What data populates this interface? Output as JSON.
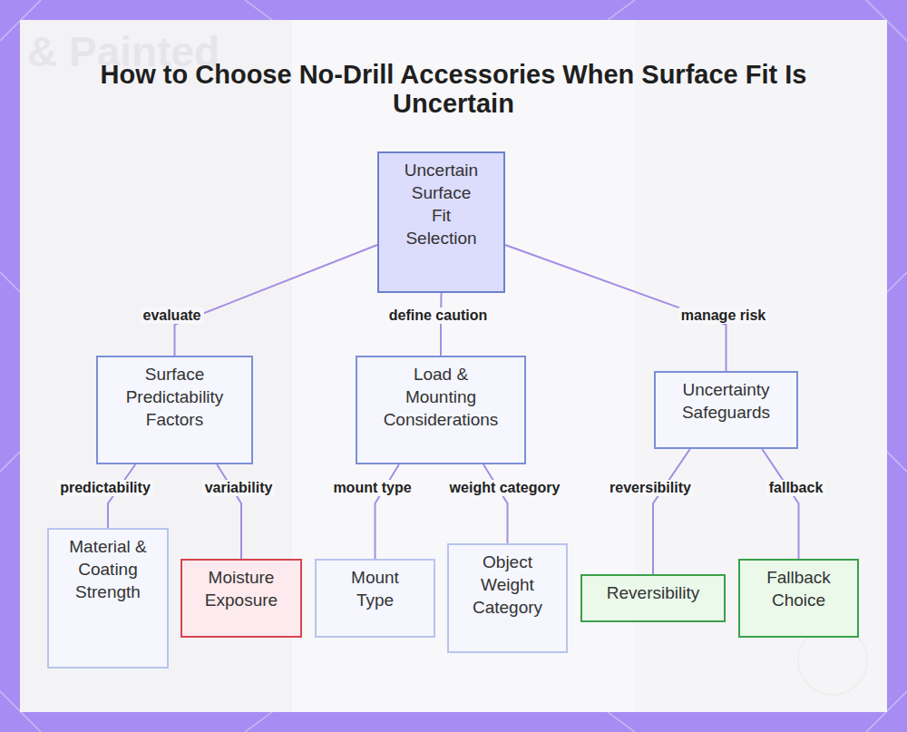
{
  "diagram": {
    "title": "How to Choose No-Drill Accessories When Surface Fit Is Uncertain",
    "nodes": [
      {
        "text": [
          "Uncertain Surface Fit Selection"
        ]
      },
      {
        "text": [
          "Surface Predictability Factors"
        ]
      },
      {
        "text": [
          "Load & Mounting Considerations"
        ]
      },
      {
        "text": [
          "Uncertainty Safeguards"
        ]
      },
      {
        "text": [
          "Material & Coating Strength"
        ]
      },
      {
        "text": [
          "Moisture Exposure"
        ]
      },
      {
        "text": [
          "Mount Type"
        ]
      },
      {
        "text": [
          "Object Weight Category"
        ]
      },
      {
        "text": [
          "Reversibility"
        ]
      },
      {
        "text": [
          "Fallback Choice"
        ]
      }
    ],
    "edges": [
      {
        "from": 0,
        "to": 1,
        "label": "evaluate",
        "arrow": "none"
      },
      {
        "from": 0,
        "to": 2,
        "label": "define caution",
        "arrow": "none"
      },
      {
        "from": 0,
        "to": 3,
        "label": "manage risk",
        "arrow": "none"
      },
      {
        "from": 1,
        "to": 4,
        "label": "predictability",
        "arrow": "none"
      },
      {
        "from": 1,
        "to": 5,
        "label": "variability",
        "arrow": "none"
      },
      {
        "from": 2,
        "to": 6,
        "label": "mount type",
        "arrow": "none"
      },
      {
        "from": 2,
        "to": 7,
        "label": "weight category",
        "arrow": "none"
      },
      {
        "from": 3,
        "to": 8,
        "label": "reversibility",
        "arrow": "none"
      },
      {
        "from": 3,
        "to": 9,
        "label": "fallback",
        "arrow": "none"
      }
    ],
    "labels": [
      "& Painted"
    ]
  }
}
